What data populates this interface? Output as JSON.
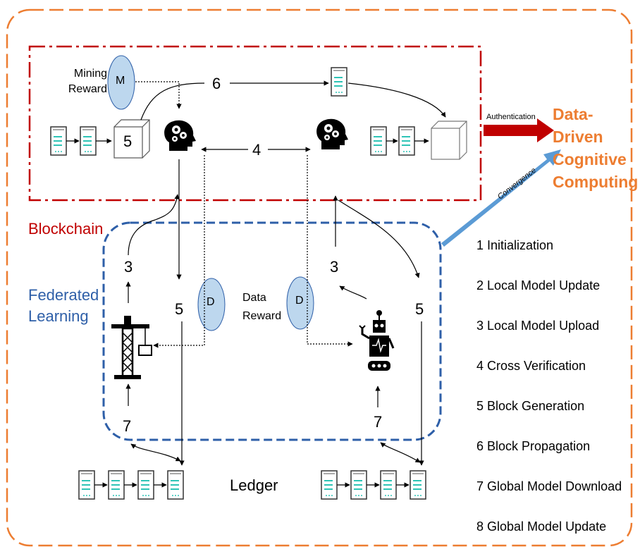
{
  "regions": {
    "blockchain": "Blockchain",
    "federated": "Federated Learning"
  },
  "labels": {
    "mining_reward": "Mining Reward",
    "data_reward": "Data Reward",
    "ledger": "Ledger",
    "authentication": "Authentication",
    "convergence": "Convergence",
    "output": "Data-Driven Cognitive Computing",
    "m": "M",
    "d": "D"
  },
  "flow_numbers": {
    "n6": "6",
    "n4": "4",
    "n5_block": "5",
    "n3_left": "3",
    "n3_right": "3",
    "n5_left": "5",
    "n5_right": "5",
    "n7_left": "7",
    "n7_right": "7"
  },
  "steps": [
    "1 Initialization",
    "2 Local Model Update",
    "3 Local Model Upload",
    "4 Cross Verification",
    "5 Block Generation",
    "6  Block Propagation",
    "7  Global Model Download",
    "8  Global Model Update"
  ],
  "colors": {
    "outer_border": "#ed7d31",
    "blockchain": "#c00000",
    "federated": "#2e5fa8",
    "token_fill": "#bdd7ee",
    "server_accent": "#2ec4b6"
  }
}
